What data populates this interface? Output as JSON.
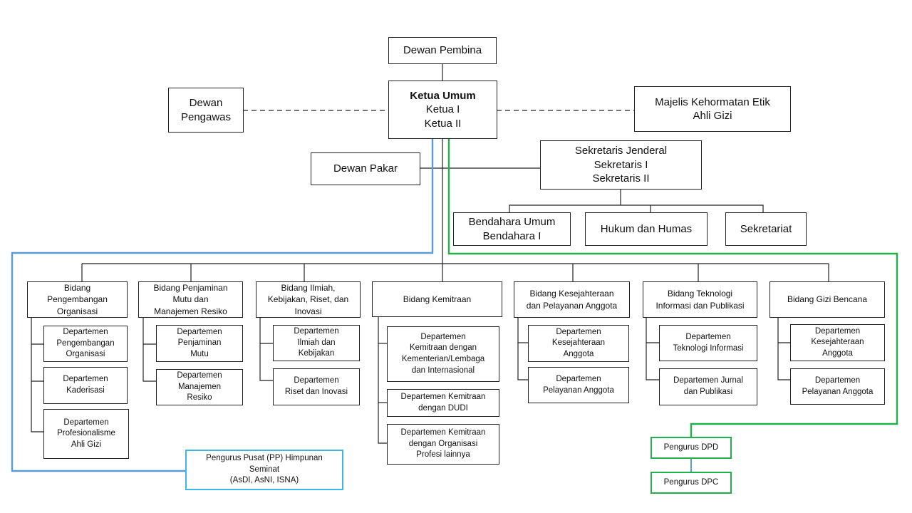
{
  "top": {
    "dewan_pembina": "Dewan Pembina",
    "ketua_umum": "Ketua Umum",
    "ketua_lines": "Ketua I\nKetua II",
    "dewan_pengawas": "Dewan\nPengawas",
    "majelis": "Majelis Kehormatan Etik\nAhli Gizi",
    "dewan_pakar": "Dewan Pakar",
    "sekretaris": "Sekretaris Jenderal\nSekretaris I\nSekretaris II",
    "bendahara": "Bendahara Umum\nBendahara I",
    "hukum": "Hukum dan Humas",
    "sekretariat": "Sekretariat"
  },
  "bidang": [
    {
      "title": "Bidang\nPengembangan\nOrganisasi",
      "departemen": [
        "Departemen\nPengembangan\nOrganisasi",
        "Departemen\nKaderisasi",
        "Departemen\nProfesionalisme\nAhli Gizi"
      ]
    },
    {
      "title": "Bidang Penjaminan\nMutu dan\nManajemen Resiko",
      "departemen": [
        "Departemen\nPenjaminan\nMutu",
        "Departemen\nManajemen\nResiko"
      ]
    },
    {
      "title": "Bidang Ilmiah,\nKebijakan, Riset, dan\nInovasi",
      "departemen": [
        "Departemen\nIlmiah dan\nKebijakan",
        "Departemen\nRiset dan Inovasi"
      ]
    },
    {
      "title": "Bidang Kemitraan",
      "departemen": [
        "Departemen\nKemitraan dengan\nKementerian/Lembaga\ndan Internasional",
        "Departemen Kemitraan\ndengan DUDI",
        "Departemen Kemitraan\ndengan Organisasi\nProfesi lainnya"
      ]
    },
    {
      "title": "Bidang Kesejahteraan\ndan Pelayanan Anggota",
      "departemen": [
        "Departemen\nKesejahteraan\nAnggota",
        "Departemen\nPelayanan Anggota"
      ]
    },
    {
      "title": "Bidang Teknologi\nInformasi dan Publikasi",
      "departemen": [
        "Departemen\nTeknologi Informasi",
        "Departemen Jurnal\ndan Publikasi"
      ]
    },
    {
      "title": "Bidang Gizi Bencana",
      "departemen": [
        "Departemen\nKesejahteraan\nAnggota",
        "Departemen\nPelayanan Anggota"
      ]
    }
  ],
  "pengurus_pusat": "Pengurus Pusat (PP) Himpunan\nSeminat\n(AsDI, AsNI, ISNA)",
  "pengurus_dpd": "Pengurus DPD",
  "pengurus_dpc": "Pengurus DPC",
  "colors": {
    "line": "#222222",
    "blue": "#5b9bd5",
    "cyan_box": "#3fb5e6",
    "green": "#22b04b"
  }
}
